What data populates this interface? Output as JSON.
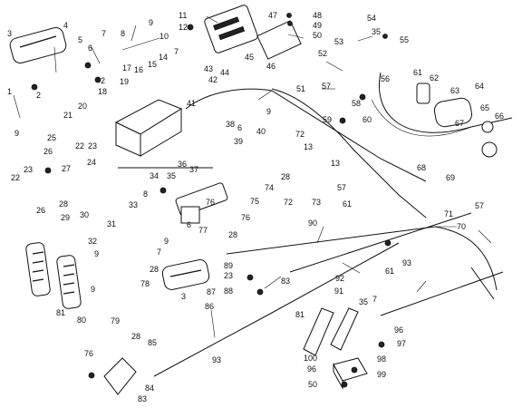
{
  "callouts": [
    {
      "id": "c1",
      "label": "1"
    },
    {
      "id": "c2a",
      "label": "2"
    },
    {
      "id": "c2b",
      "label": "2"
    },
    {
      "id": "c3a",
      "label": "3"
    },
    {
      "id": "c3b",
      "label": "3"
    },
    {
      "id": "c4",
      "label": "4"
    },
    {
      "id": "c5",
      "label": "5"
    },
    {
      "id": "c6a",
      "label": "6"
    },
    {
      "id": "c6b",
      "label": "6"
    },
    {
      "id": "c6c",
      "label": "6"
    },
    {
      "id": "c7a",
      "label": "7"
    },
    {
      "id": "c7b",
      "label": "7"
    },
    {
      "id": "c7c",
      "label": "7"
    },
    {
      "id": "c7d",
      "label": "7"
    },
    {
      "id": "c8a",
      "label": "8"
    },
    {
      "id": "c8b",
      "label": "8"
    },
    {
      "id": "c9a",
      "label": "9"
    },
    {
      "id": "c9b",
      "label": "9"
    },
    {
      "id": "c9c",
      "label": "9"
    },
    {
      "id": "c9d",
      "label": "9"
    },
    {
      "id": "c9e",
      "label": "9"
    },
    {
      "id": "c9f",
      "label": "9"
    },
    {
      "id": "c10",
      "label": "10"
    },
    {
      "id": "c11",
      "label": "11"
    },
    {
      "id": "c12",
      "label": "12"
    },
    {
      "id": "c13a",
      "label": "13"
    },
    {
      "id": "c13b",
      "label": "13"
    },
    {
      "id": "c14",
      "label": "14"
    },
    {
      "id": "c15",
      "label": "15"
    },
    {
      "id": "c16",
      "label": "16"
    },
    {
      "id": "c17",
      "label": "17"
    },
    {
      "id": "c18",
      "label": "18"
    },
    {
      "id": "c19",
      "label": "19"
    },
    {
      "id": "c20",
      "label": "20"
    },
    {
      "id": "c21",
      "label": "21"
    },
    {
      "id": "c22a",
      "label": "22"
    },
    {
      "id": "c22b",
      "label": "22"
    },
    {
      "id": "c23a",
      "label": "23"
    },
    {
      "id": "c23b",
      "label": "23"
    },
    {
      "id": "c23c",
      "label": "23"
    },
    {
      "id": "c24",
      "label": "24"
    },
    {
      "id": "c25",
      "label": "25"
    },
    {
      "id": "c26a",
      "label": "26"
    },
    {
      "id": "c26b",
      "label": "26"
    },
    {
      "id": "c27",
      "label": "27"
    },
    {
      "id": "c28a",
      "label": "28"
    },
    {
      "id": "c28b",
      "label": "28"
    },
    {
      "id": "c28c",
      "label": "28"
    },
    {
      "id": "c28d",
      "label": "28"
    },
    {
      "id": "c28e",
      "label": "28"
    },
    {
      "id": "c29",
      "label": "29"
    },
    {
      "id": "c30",
      "label": "30"
    },
    {
      "id": "c31",
      "label": "31"
    },
    {
      "id": "c32",
      "label": "32"
    },
    {
      "id": "c33",
      "label": "33"
    },
    {
      "id": "c34",
      "label": "34"
    },
    {
      "id": "c35a",
      "label": "35"
    },
    {
      "id": "c35b",
      "label": "35"
    },
    {
      "id": "c35c",
      "label": "35"
    },
    {
      "id": "c36",
      "label": "36"
    },
    {
      "id": "c37",
      "label": "37"
    },
    {
      "id": "c38",
      "label": "38"
    },
    {
      "id": "c39",
      "label": "39"
    },
    {
      "id": "c40",
      "label": "40"
    },
    {
      "id": "c41",
      "label": "41"
    },
    {
      "id": "c42",
      "label": "42"
    },
    {
      "id": "c43",
      "label": "43"
    },
    {
      "id": "c44",
      "label": "44"
    },
    {
      "id": "c45",
      "label": "45"
    },
    {
      "id": "c46",
      "label": "46"
    },
    {
      "id": "c47",
      "label": "47"
    },
    {
      "id": "c48",
      "label": "48"
    },
    {
      "id": "c49",
      "label": "49"
    },
    {
      "id": "c50a",
      "label": "50"
    },
    {
      "id": "c50b",
      "label": "50"
    },
    {
      "id": "c51",
      "label": "51"
    },
    {
      "id": "c52",
      "label": "52"
    },
    {
      "id": "c53",
      "label": "53"
    },
    {
      "id": "c54",
      "label": "54"
    },
    {
      "id": "c55",
      "label": "55"
    },
    {
      "id": "c56",
      "label": "56"
    },
    {
      "id": "c57a",
      "label": "57"
    },
    {
      "id": "c57b",
      "label": "57"
    },
    {
      "id": "c57c",
      "label": "57"
    },
    {
      "id": "c58",
      "label": "58"
    },
    {
      "id": "c59",
      "label": "59"
    },
    {
      "id": "c60",
      "label": "60"
    },
    {
      "id": "c61a",
      "label": "61"
    },
    {
      "id": "c61b",
      "label": "61"
    },
    {
      "id": "c61c",
      "label": "61"
    },
    {
      "id": "c62",
      "label": "62"
    },
    {
      "id": "c63",
      "label": "63"
    },
    {
      "id": "c64",
      "label": "64"
    },
    {
      "id": "c65",
      "label": "65"
    },
    {
      "id": "c66",
      "label": "66"
    },
    {
      "id": "c67",
      "label": "67"
    },
    {
      "id": "c68",
      "label": "68"
    },
    {
      "id": "c69",
      "label": "69"
    },
    {
      "id": "c70",
      "label": "70"
    },
    {
      "id": "c71",
      "label": "71"
    },
    {
      "id": "c72a",
      "label": "72"
    },
    {
      "id": "c72b",
      "label": "72"
    },
    {
      "id": "c73",
      "label": "73"
    },
    {
      "id": "c74",
      "label": "74"
    },
    {
      "id": "c75",
      "label": "75"
    },
    {
      "id": "c76a",
      "label": "76"
    },
    {
      "id": "c76b",
      "label": "76"
    },
    {
      "id": "c76c",
      "label": "76"
    },
    {
      "id": "c77",
      "label": "77"
    },
    {
      "id": "c78",
      "label": "78"
    },
    {
      "id": "c79",
      "label": "79"
    },
    {
      "id": "c80",
      "label": "80"
    },
    {
      "id": "c81a",
      "label": "81"
    },
    {
      "id": "c81b",
      "label": "81"
    },
    {
      "id": "c83a",
      "label": "83"
    },
    {
      "id": "c83b",
      "label": "83"
    },
    {
      "id": "c84",
      "label": "84"
    },
    {
      "id": "c85",
      "label": "85"
    },
    {
      "id": "c86",
      "label": "86"
    },
    {
      "id": "c87",
      "label": "87"
    },
    {
      "id": "c88",
      "label": "88"
    },
    {
      "id": "c89",
      "label": "89"
    },
    {
      "id": "c90",
      "label": "90"
    },
    {
      "id": "c91",
      "label": "91"
    },
    {
      "id": "c92",
      "label": "92"
    },
    {
      "id": "c93a",
      "label": "93"
    },
    {
      "id": "c93b",
      "label": "93"
    },
    {
      "id": "c96a",
      "label": "96"
    },
    {
      "id": "c96b",
      "label": "96"
    },
    {
      "id": "c97",
      "label": "97"
    },
    {
      "id": "c98",
      "label": "98"
    },
    {
      "id": "c99",
      "label": "99"
    },
    {
      "id": "c100",
      "label": "100"
    }
  ]
}
